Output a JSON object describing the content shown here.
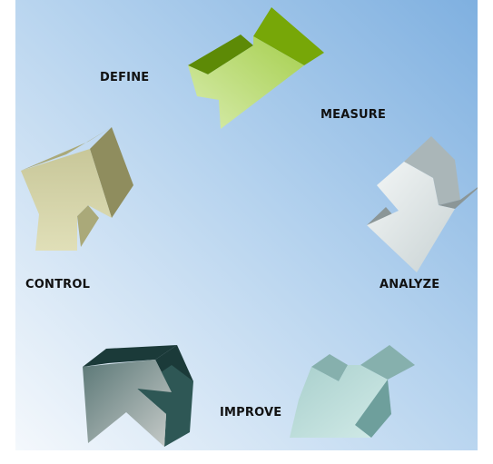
{
  "diagram": {
    "labels": {
      "define": "DEFINE",
      "measure": "MEASURE",
      "analyze": "ANALYZE",
      "improve": "IMPROVE",
      "control": "CONTROL"
    },
    "colors": {
      "background_light": "#f4f8fc",
      "background_dark": "#7fb0e0",
      "define_measure_arrow": [
        "#5d8a06",
        "#77a708",
        "#c4e07e"
      ],
      "analyze_arrow": [
        "#8b9697",
        "#aab6b8",
        "#e6ecec"
      ],
      "improve_arrow": [
        "#6e9f9c",
        "#86b0ad",
        "#c0dcda"
      ],
      "improve_control_arrow": [
        "#1b3a39",
        "#2e5755",
        "#c8ccca"
      ],
      "control_define_arrow": [
        "#8f8d5e",
        "#aaa979",
        "#e0dfb8"
      ]
    }
  }
}
